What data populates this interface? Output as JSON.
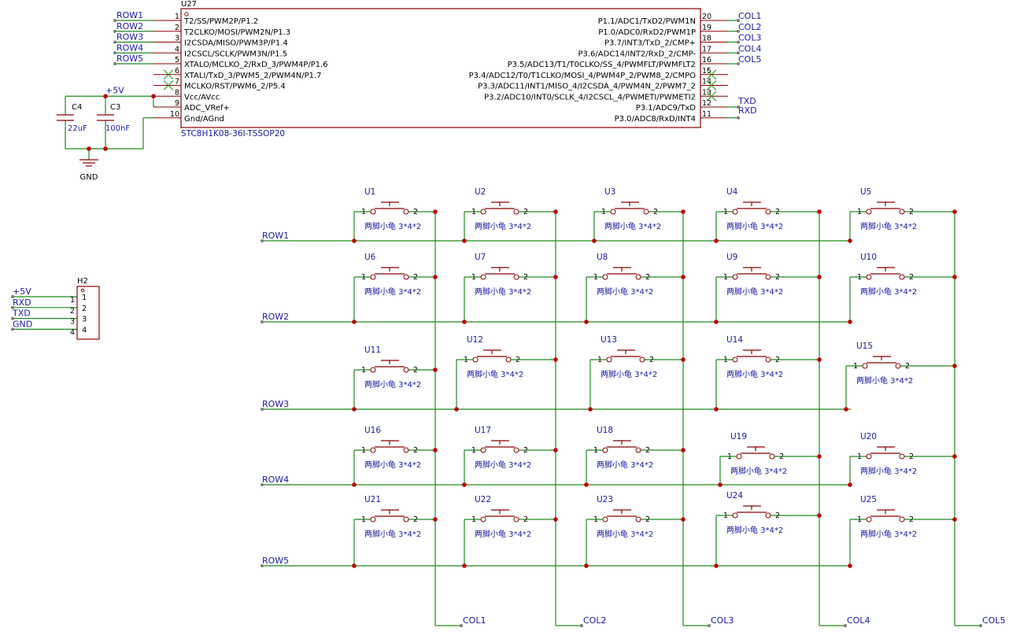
{
  "mcu": {
    "refdes": "U27",
    "part": "STC8H1K08-36I-TSSOP20",
    "left_pins": [
      {
        "num": "1",
        "name": "T2/SS/PWM2P/P1.2",
        "net": "ROW1"
      },
      {
        "num": "2",
        "name": "T2CLKO/MOSI/PWM2N/P1.3",
        "net": "ROW2"
      },
      {
        "num": "3",
        "name": "I2CSDA/MISO/PWM3P/P1.4",
        "net": "ROW3"
      },
      {
        "num": "4",
        "name": "I2CSCL/SCLK/PWM3N/P1.5",
        "net": "ROW4"
      },
      {
        "num": "5",
        "name": "XTALO/MCLKO_2/RxD_3/PWM4P/P1.6",
        "net": "ROW5"
      },
      {
        "num": "6",
        "name": "XTALI/TxD_3/PWM5_2/PWM4N/P1.7",
        "net": ""
      },
      {
        "num": "7",
        "name": "MCLKO/RST/PWM6_2/P5.4",
        "net": ""
      },
      {
        "num": "8",
        "name": "Vcc/AVcc",
        "net": ""
      },
      {
        "num": "9",
        "name": "ADC_VRef+",
        "net": ""
      },
      {
        "num": "10",
        "name": "Gnd/AGnd",
        "net": ""
      }
    ],
    "right_pins": [
      {
        "num": "20",
        "name": "P1.1/ADC1/TxD2/PWM1N",
        "net": "COL1"
      },
      {
        "num": "19",
        "name": "P1.0/ADC0/RxD2/PWM1P",
        "net": "COL2"
      },
      {
        "num": "18",
        "name": "P3.7/INT3/TxD_2/CMP+",
        "net": "COL3"
      },
      {
        "num": "17",
        "name": "P3.6/ADC14/INT2/RxD_2/CMP-",
        "net": "COL4"
      },
      {
        "num": "16",
        "name": "P3.5/ADC13/T1/T0CLKO/SS_4/PWMFLT/PWMFLT2",
        "net": "COL5"
      },
      {
        "num": "15",
        "name": "P3.4/ADC12/T0/T1CLKO/MOSI_4/PWM4P_2/PWM8_2/CMPO",
        "net": ""
      },
      {
        "num": "14",
        "name": "P3.3/ADC11/INT1/MISO_4/I2CSDA_4/PWM4N_2/PWM7_2",
        "net": ""
      },
      {
        "num": "13",
        "name": "P3.2/ADC10/INT0/SCLK_4/I2CSCL_4/PWMETI/PWMETI2",
        "net": ""
      },
      {
        "num": "12",
        "name": "P3.1/ADC9/TxD",
        "net": "TXD"
      },
      {
        "num": "11",
        "name": "P3.0/ADC8/RxD/INT4",
        "net": "RXD"
      }
    ]
  },
  "power": {
    "vcc_label": "+5V",
    "gnd_label": "GND",
    "c4": {
      "refdes": "C4",
      "value": "22uF"
    },
    "c3": {
      "refdes": "C3",
      "value": "100nF"
    }
  },
  "header": {
    "refdes": "H2",
    "pins": [
      {
        "num": "1",
        "net": "+5V"
      },
      {
        "num": "2",
        "net": "RXD"
      },
      {
        "num": "3",
        "net": "TXD"
      },
      {
        "num": "4",
        "net": "GND"
      }
    ]
  },
  "matrix": {
    "switch_value": "两脚小龟 3*4*2",
    "pin1": "1",
    "pin2": "2",
    "row_labels": [
      "ROW1",
      "ROW2",
      "ROW3",
      "ROW4",
      "ROW5"
    ],
    "col_labels": [
      "COL1",
      "COL2",
      "COL3",
      "COL4",
      "COL5"
    ],
    "switches": [
      [
        "U1",
        "U2",
        "U3",
        "U4",
        "U5"
      ],
      [
        "U6",
        "U7",
        "U8",
        "U9",
        "U10"
      ],
      [
        "U11",
        "U12",
        "U13",
        "U14",
        "U15"
      ],
      [
        "U16",
        "U17",
        "U18",
        "U19",
        "U20"
      ],
      [
        "U21",
        "U22",
        "U23",
        "U24",
        "U25"
      ]
    ]
  }
}
